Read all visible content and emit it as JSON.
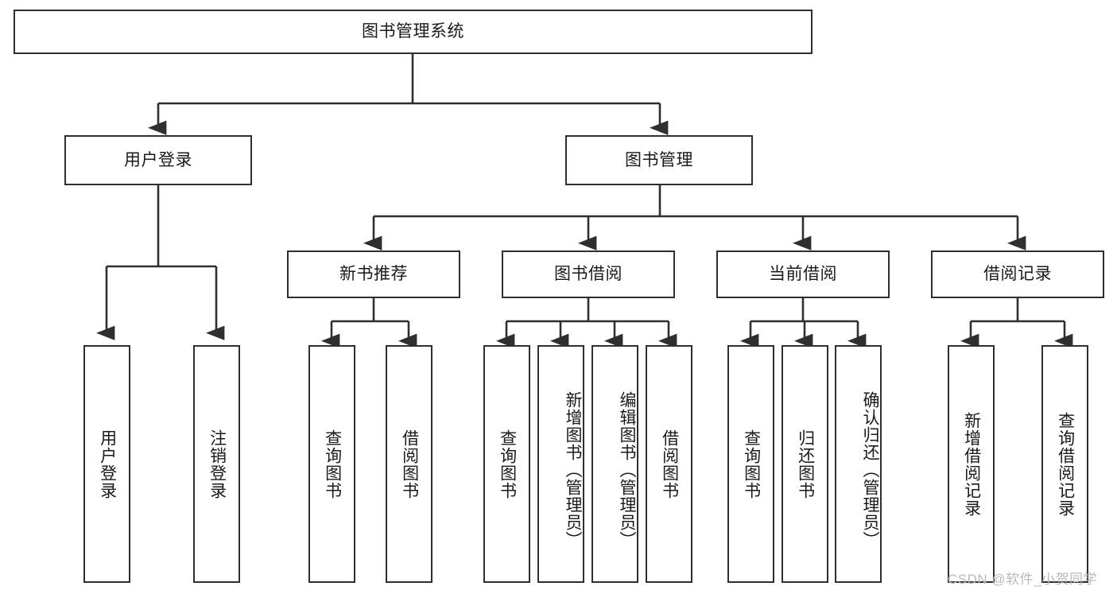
{
  "diagram": {
    "type": "hierarchy-tree",
    "title": "图书管理系统",
    "style": {
      "box_border_color": "#2f2f2f",
      "box_fill": "#ffffff",
      "connector_color": "#2f2f2f",
      "text_color": "#1a1a1a",
      "background": "#ffffff"
    },
    "levels": [
      {
        "level": 1,
        "nodes": [
          {
            "id": "root",
            "label": "图书管理系统",
            "orientation": "horizontal"
          }
        ]
      },
      {
        "level": 2,
        "nodes": [
          {
            "id": "user-login",
            "label": "用户登录",
            "orientation": "horizontal",
            "parent": "root"
          },
          {
            "id": "book-manage",
            "label": "图书管理",
            "orientation": "horizontal",
            "parent": "root"
          }
        ]
      },
      {
        "level": 3,
        "nodes": [
          {
            "id": "new-book-rec",
            "label": "新书推荐",
            "orientation": "horizontal",
            "parent": "book-manage"
          },
          {
            "id": "book-borrow",
            "label": "图书借阅",
            "orientation": "horizontal",
            "parent": "book-manage"
          },
          {
            "id": "current-borrow",
            "label": "当前借阅",
            "orientation": "horizontal",
            "parent": "book-manage"
          },
          {
            "id": "borrow-record",
            "label": "借阅记录",
            "orientation": "horizontal",
            "parent": "book-manage"
          }
        ]
      },
      {
        "level": 4,
        "nodes": [
          {
            "id": "leaf-user-login",
            "label": "用户登录",
            "orientation": "vertical",
            "parent": "user-login"
          },
          {
            "id": "leaf-logout",
            "label": "注销登录",
            "orientation": "vertical",
            "parent": "user-login"
          },
          {
            "id": "leaf-query-book-1",
            "label": "查询图书",
            "orientation": "vertical",
            "parent": "new-book-rec"
          },
          {
            "id": "leaf-borrow-book-1",
            "label": "借阅图书",
            "orientation": "vertical",
            "parent": "new-book-rec"
          },
          {
            "id": "leaf-query-book-2",
            "label": "查询图书",
            "orientation": "vertical",
            "parent": "book-borrow"
          },
          {
            "id": "leaf-add-book",
            "label": "新增图书（管理员）",
            "orientation": "vertical",
            "parent": "book-borrow"
          },
          {
            "id": "leaf-edit-book",
            "label": "编辑图书（管理员）",
            "orientation": "vertical",
            "parent": "book-borrow"
          },
          {
            "id": "leaf-borrow-book-2",
            "label": "借阅图书",
            "orientation": "vertical",
            "parent": "book-borrow"
          },
          {
            "id": "leaf-query-book-3",
            "label": "查询图书",
            "orientation": "vertical",
            "parent": "current-borrow"
          },
          {
            "id": "leaf-return-book",
            "label": "归还图书",
            "orientation": "vertical",
            "parent": "current-borrow"
          },
          {
            "id": "leaf-confirm-return",
            "label": "确认归还（管理员）",
            "orientation": "vertical",
            "parent": "current-borrow"
          },
          {
            "id": "leaf-add-record",
            "label": "新增借阅记录",
            "orientation": "vertical",
            "parent": "borrow-record"
          },
          {
            "id": "leaf-query-record",
            "label": "查询借阅记录",
            "orientation": "vertical",
            "parent": "borrow-record"
          }
        ]
      }
    ]
  },
  "watermark": {
    "text": "CSDN @软件_小贺同学"
  }
}
